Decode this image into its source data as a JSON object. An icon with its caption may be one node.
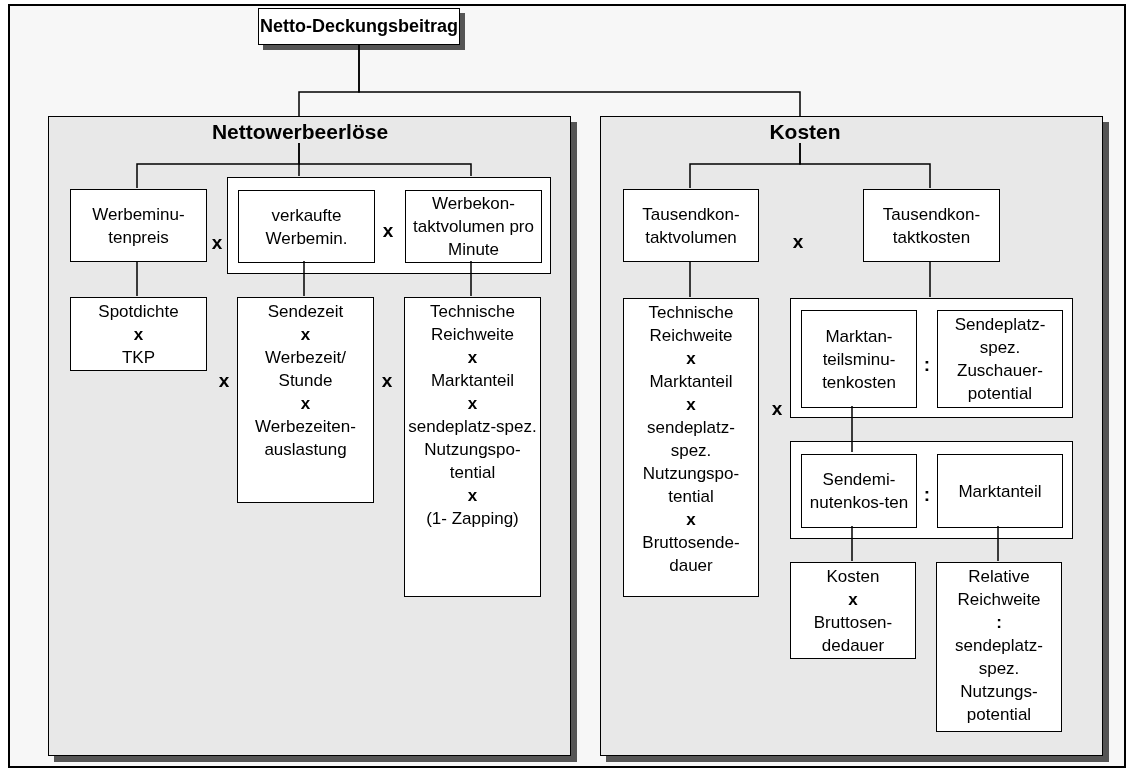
{
  "diagram": {
    "nodes": [
      {
        "text": [
          "Netto-Deckungsbeitrag"
        ]
      },
      {
        "text": [
          "Nettowerbeerlöse"
        ]
      },
      {
        "text": [
          "Werbeminu-tenpreis"
        ],
        "in": 1
      },
      {
        "text": [],
        "shape": "box",
        "in": 1
      },
      {
        "text": [
          "verkaufte Werbemin."
        ],
        "in": 3
      },
      {
        "text": [
          "Werbekon-taktvolumen pro Minute"
        ],
        "in": 3
      },
      {
        "text": [
          "Spotdichte **x** TKP"
        ],
        "in": 1
      },
      {
        "text": [
          "Sendezeit **x** Werbezeit/ Stunde **x** Werbezeiten-auslastung"
        ],
        "in": 1
      },
      {
        "text": [
          "Technische Reichweite **x** Marktanteil **x** sendeplatz-spez. Nutzungspo-tential **x** (1- Zapping)"
        ],
        "in": 1
      },
      {
        "text": [
          "Kosten"
        ]
      },
      {
        "text": [
          "Tausendkon-taktvolumen"
        ],
        "in": 9
      },
      {
        "text": [
          "Tausendkon-taktkosten"
        ],
        "in": 9
      },
      {
        "text": [
          "Technische Reichweite **x** Marktanteil **x** sendeplatz-spez. Nutzungspo-tential **x** Bruttosende-dauer"
        ],
        "in": 9
      },
      {
        "text": [],
        "shape": "box",
        "in": 9
      },
      {
        "text": [
          "Marktan-teilsminu-tenkosten"
        ],
        "in": 13
      },
      {
        "text": [
          "Sendeplatz-spez. Zuschauer-potential"
        ],
        "in": 13
      },
      {
        "text": [],
        "shape": "box",
        "in": 9
      },
      {
        "text": [
          "Sendemi-nutenkos-ten"
        ],
        "in": 16
      },
      {
        "text": [
          "Marktanteil"
        ],
        "in": 16
      },
      {
        "text": [
          "Kosten **x** Bruttosen-dedauer"
        ],
        "in": 9
      },
      {
        "text": [
          "Relative Reichweite **:** sendeplatz-spez. Nutzungs-potential"
        ],
        "in": 9
      }
    ],
    "edges": [
      {
        "from": 0,
        "to": 1,
        "arrow": "none"
      },
      {
        "from": 0,
        "to": 9,
        "arrow": "none"
      },
      {
        "from": 1,
        "to": 2,
        "arrow": "none"
      },
      {
        "from": 1,
        "to": 3,
        "arrow": "none"
      },
      {
        "from": 2,
        "to": 6,
        "arrow": "none"
      },
      {
        "from": 4,
        "to": 7,
        "arrow": "none"
      },
      {
        "from": 5,
        "to": 8,
        "arrow": "none"
      },
      {
        "from": 9,
        "to": 10,
        "arrow": "none"
      },
      {
        "from": 9,
        "to": 11,
        "arrow": "none"
      },
      {
        "from": 10,
        "to": 12,
        "arrow": "none"
      },
      {
        "from": 11,
        "to": 13,
        "arrow": "none"
      },
      {
        "from": 14,
        "to": 17,
        "arrow": "none"
      },
      {
        "from": 17,
        "to": 19,
        "arrow": "none"
      },
      {
        "from": 18,
        "to": 20,
        "arrow": "none"
      }
    ],
    "labels": [
      "x",
      "x",
      "x",
      "x",
      "x",
      ":",
      "x",
      ":"
    ]
  }
}
